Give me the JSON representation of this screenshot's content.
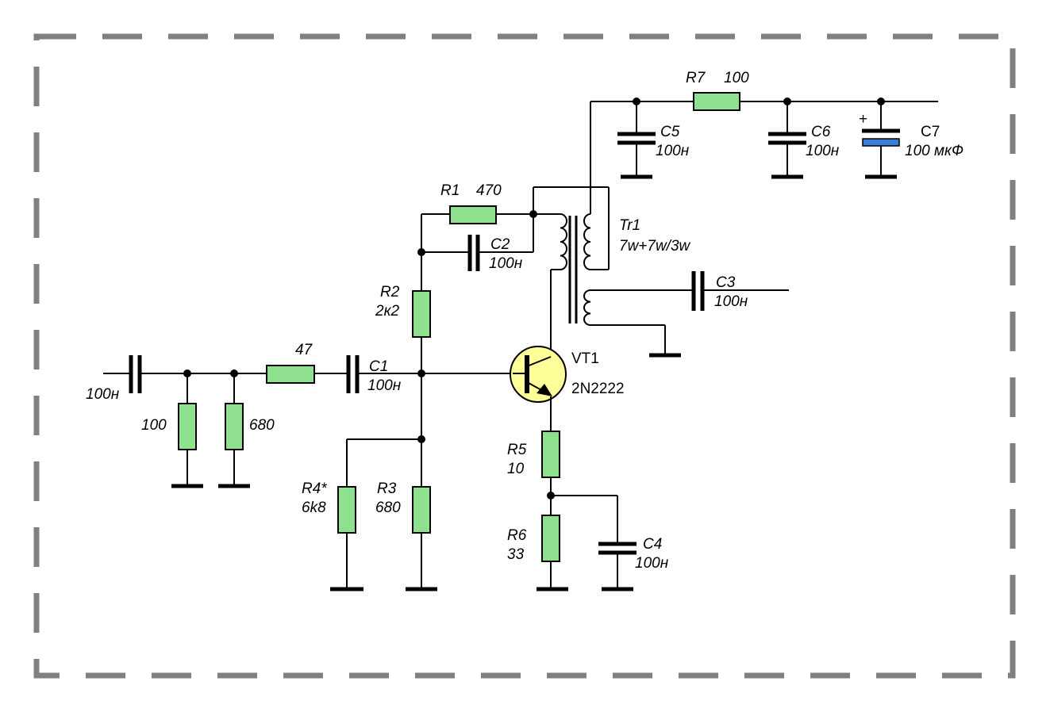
{
  "components": {
    "r1": {
      "ref": "R1",
      "value": "470"
    },
    "r2": {
      "ref": "R2",
      "value": "2к2"
    },
    "r3": {
      "ref": "R3",
      "value": "680"
    },
    "r4": {
      "ref": "R4*",
      "value": "6k8"
    },
    "r5": {
      "ref": "R5",
      "value": "10"
    },
    "r6": {
      "ref": "R6",
      "value": "33"
    },
    "r7": {
      "ref": "R7",
      "value": "100"
    },
    "r_series": {
      "value": "47"
    },
    "r_shunt100": {
      "value": "100"
    },
    "r_shunt680": {
      "value": "680"
    },
    "c_in": {
      "value": "100н"
    },
    "c1": {
      "ref": "C1",
      "value": "100н"
    },
    "c2": {
      "ref": "C2",
      "value": "100н"
    },
    "c3": {
      "ref": "C3",
      "value": "100н"
    },
    "c4": {
      "ref": "C4",
      "value": "100н"
    },
    "c5": {
      "ref": "C5",
      "value": "100н"
    },
    "c6": {
      "ref": "C6",
      "value": "100н"
    },
    "c7": {
      "ref": "C7",
      "value": "100 мкФ",
      "polarity": "+"
    },
    "tr1": {
      "ref": "Tr1",
      "value": "7w+7w/3w"
    },
    "vt1": {
      "ref": "VT1",
      "value": "2N2222"
    }
  },
  "colors": {
    "resistor_fill": "#8fe08f",
    "transistor_fill": "#ffff99",
    "electrolytic_plate": "#3a7fd5",
    "border": "#808080"
  }
}
